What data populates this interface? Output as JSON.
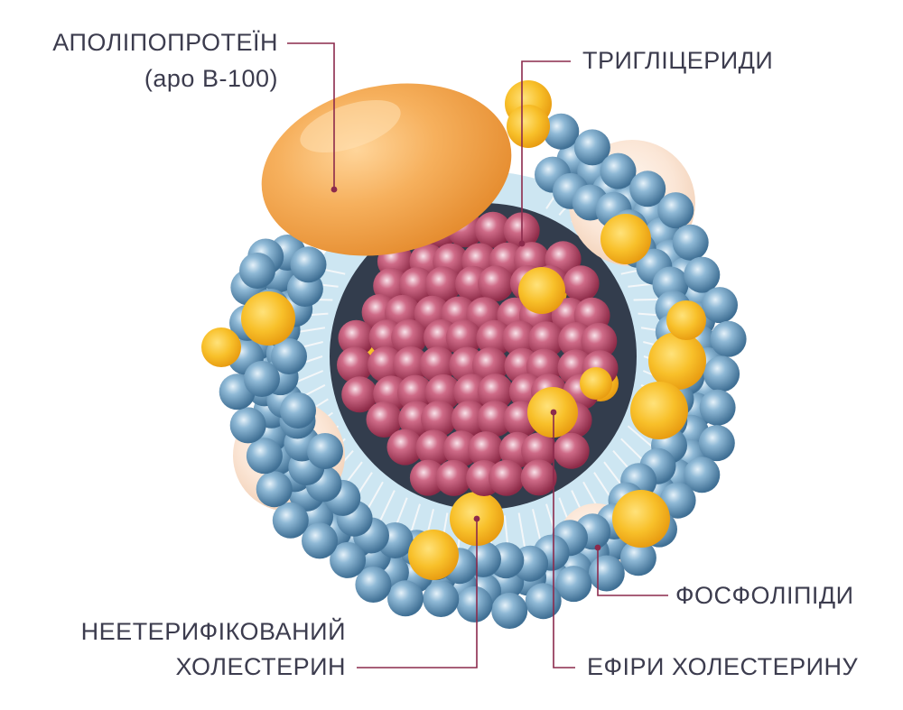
{
  "labels": {
    "apolipoprotein": "АПОЛІПОПРОТЕЇН",
    "apolipoprotein_sub": "(apo B-100)",
    "triglycerides": "ТРИГЛІЦЕРИДИ",
    "phospholipids": "ФОСФОЛІПІДИ",
    "unesterified_line1": "НЕЕТЕРИФІКОВАНИЙ",
    "unesterified_line2": "ХОЛЕСТЕРИН",
    "cholesterol_esters": "ЕФІРИ ХОЛЕСТЕРИНУ"
  },
  "colors": {
    "phospholipid_blue": "#5c8fb3",
    "cholesterol_yellow": "#f5b51e",
    "apolipoprotein_orange": "#f3a44f",
    "triglyceride_red": "#b0405e",
    "core_dark": "#333d4d",
    "inner_light": "#cde6f2",
    "leader_line": "#8c2a4c",
    "text": "#3c3c4e"
  }
}
